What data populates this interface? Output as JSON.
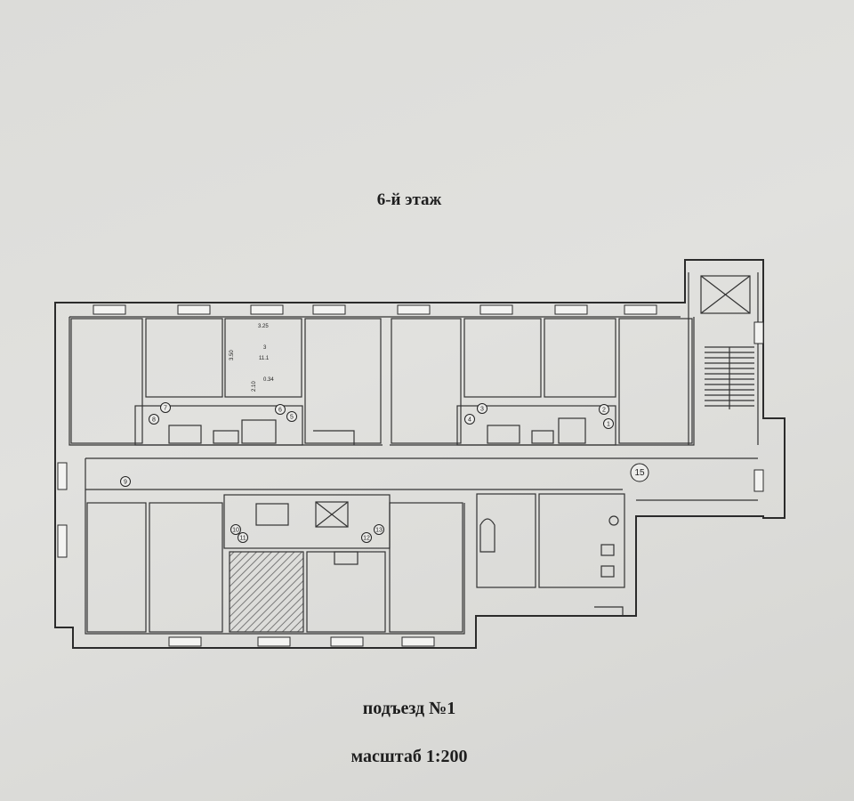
{
  "header": {
    "floor_title": "6-й этаж"
  },
  "footer": {
    "entrance": "подъезд №1",
    "scale": "масштаб 1:200"
  },
  "plan": {
    "room_labels": {
      "width": "3.25",
      "height": "3.50",
      "number": "3",
      "area": "11.1"
    },
    "small_dims": {
      "a": "2.10",
      "b": "0.34"
    },
    "markers": [
      "7",
      "8",
      "6",
      "5",
      "3",
      "4",
      "2",
      "1",
      "9",
      "10",
      "11",
      "12",
      "13",
      "15"
    ]
  }
}
